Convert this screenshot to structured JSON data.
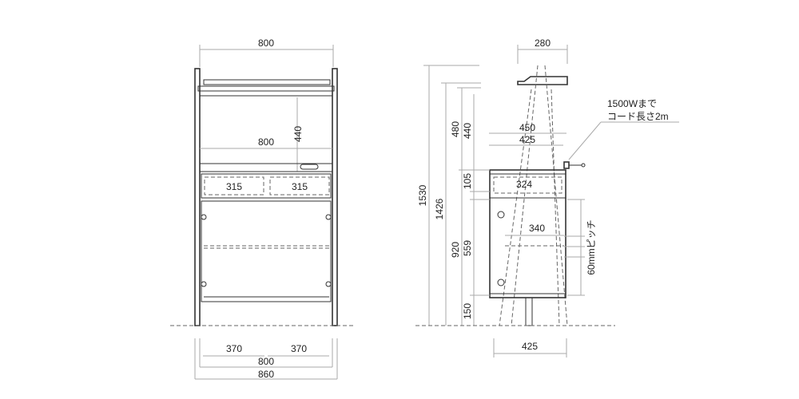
{
  "front_view": {
    "top_width": "800",
    "shelf_height": "440",
    "counter_width": "800",
    "drawer_left": "315",
    "drawer_right": "315",
    "bottom_left": "370",
    "bottom_right": "370",
    "bottom_inner": "800",
    "bottom_total": "860"
  },
  "side_view": {
    "shelf_depth": "280",
    "depth_top": "450",
    "depth_inner": "425",
    "drawer_depth": "324",
    "shelf_inner": "340",
    "bottom_depth": "425",
    "total_height": "1530",
    "post_height": "1426",
    "upper_height": "480",
    "upper_clear": "440",
    "lower_height": "920",
    "drawer_height": "105",
    "door_height": "559",
    "leg_height": "150",
    "pitch_label": "60mmピッチ",
    "cord_line1": "1500Wまで",
    "cord_line2": "コード長さ2m"
  }
}
